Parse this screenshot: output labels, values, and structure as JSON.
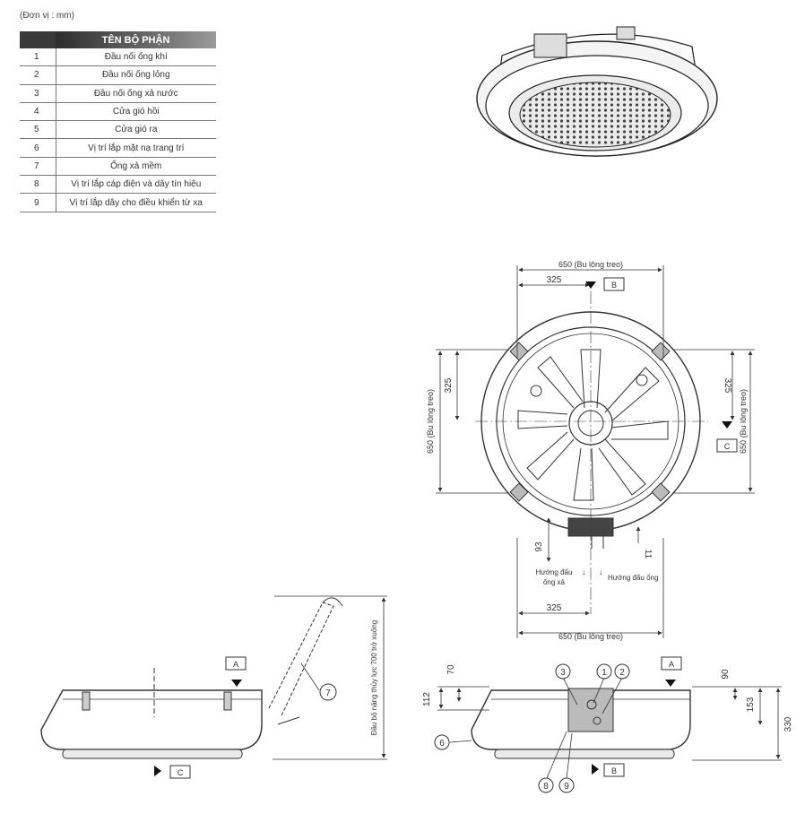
{
  "unit_note": "(Đơn vị : mm)",
  "table": {
    "header": "TÊN BỘ PHẬN",
    "rows": [
      {
        "num": "1",
        "name": "Đầu nối ống khí"
      },
      {
        "num": "2",
        "name": "Đầu nối ống lỏng"
      },
      {
        "num": "3",
        "name": "Đầu nối ống xả nước"
      },
      {
        "num": "4",
        "name": "Cửa gió hồi"
      },
      {
        "num": "5",
        "name": "Cửa gió ra"
      },
      {
        "num": "6",
        "name": "Vị trí lắp mặt nạ trang trí"
      },
      {
        "num": "7",
        "name": "Ống xả mềm"
      },
      {
        "num": "8",
        "name": "Vị trí lắp cáp điện và dây tín hiệu"
      },
      {
        "num": "9",
        "name": "Vị trí lắp dây cho điều khiển từ xa"
      }
    ]
  },
  "top_view": {
    "dim_top_total": "650 (Bu lông treo)",
    "dim_top_half": "325",
    "section_B": "B",
    "dim_left_total": "650 (Bu lông treo)",
    "dim_left_half": "325",
    "dim_right_total": "650 (Bu lông treo)",
    "dim_right_half": "325",
    "section_C": "C",
    "dim_93": "93",
    "dim_11": "11",
    "drain_dir": [
      "Hướng đấu",
      "ống xả"
    ],
    "pipe_dir": "Hướng đấu ống",
    "dim_bottom_half": "325",
    "dim_bottom_total": "650 (Bu lông treo)"
  },
  "side_view_left": {
    "section_A": "A",
    "section_C": "C",
    "pump_note": "Đầu bộ nâng thủy lực 700 trở xuống",
    "callout_7": "7"
  },
  "side_view_right": {
    "section_A": "A",
    "section_B": "B",
    "dim_70": "70",
    "dim_112": "112",
    "dim_90": "90",
    "dim_153": "153",
    "dim_330": "330",
    "callouts": [
      "1",
      "2",
      "3",
      "6",
      "8",
      "9"
    ]
  }
}
